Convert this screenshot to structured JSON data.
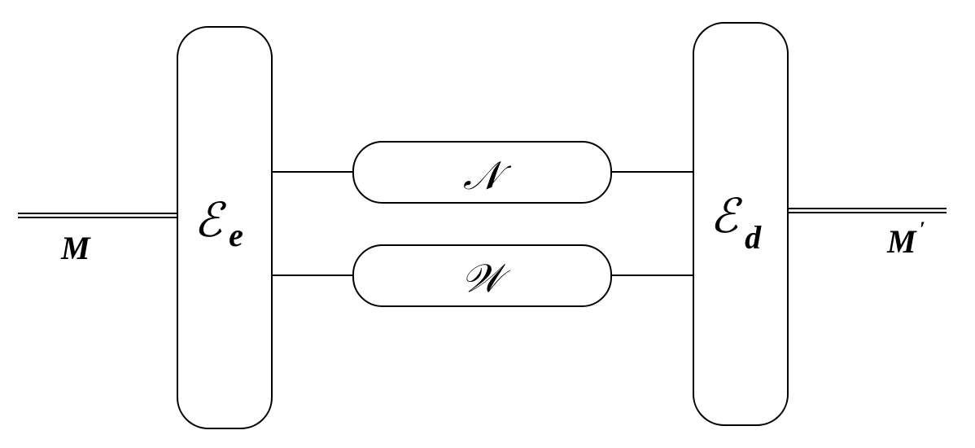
{
  "input": {
    "label": "M"
  },
  "output": {
    "label": "M",
    "prime": "′"
  },
  "encoder": {
    "symbol": "ℰ",
    "subscript": "e"
  },
  "decoder": {
    "symbol": "ℰ",
    "subscript": "d"
  },
  "channels": [
    {
      "label": "𝒩"
    },
    {
      "label": "𝒲"
    }
  ]
}
